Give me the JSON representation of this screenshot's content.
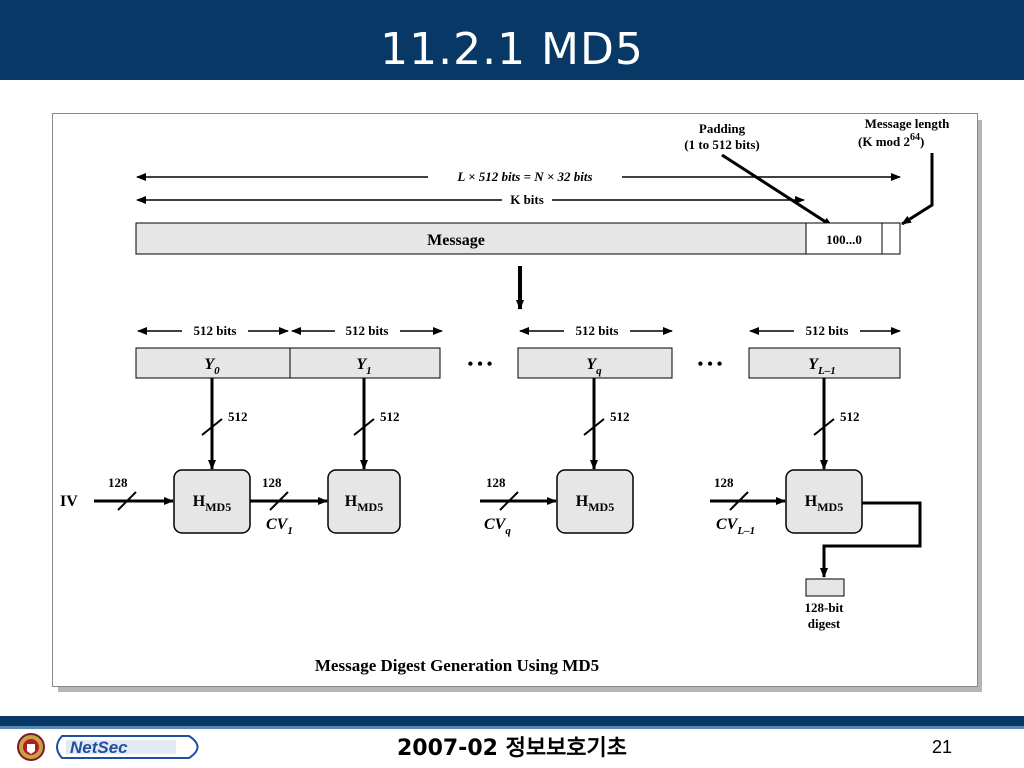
{
  "slide": {
    "title": "11.2.1 MD5",
    "footer": "2007-02 정보보호기초",
    "page_number": "21",
    "logo_text": "NetSec"
  },
  "diagram": {
    "caption": "Message Digest Generation Using MD5",
    "padding_label": [
      "Padding",
      "(1 to 512 bits)"
    ],
    "length_label": [
      "Message length",
      "(K mod 2",
      "64",
      ")"
    ],
    "total_bits": "L × 512 bits = N × 32 bits",
    "k_bits": "K bits",
    "message": "Message",
    "pad_bits": "100...0",
    "block_bits": "512 bits",
    "blocks": [
      {
        "base": "Y",
        "sub": "0"
      },
      {
        "base": "Y",
        "sub": "1"
      },
      {
        "base": "Y",
        "sub": "q"
      },
      {
        "base": "Y",
        "sub": "L–1"
      }
    ],
    "ellipsis": "• • •",
    "bus_512": "512",
    "bus_128": "128",
    "iv": "IV",
    "hmd5": {
      "base": "H",
      "sub": "MD5"
    },
    "chain": [
      {
        "base": "CV",
        "sub": "1"
      },
      {
        "base": "CV",
        "sub": "q"
      },
      {
        "base": "CV",
        "sub": "L–1"
      }
    ],
    "digest": [
      "128-bit",
      "digest"
    ]
  },
  "colors": {
    "header": "#083866",
    "box_fill": "#e6e6e6",
    "frame_shadow": "#b5b5b5"
  }
}
